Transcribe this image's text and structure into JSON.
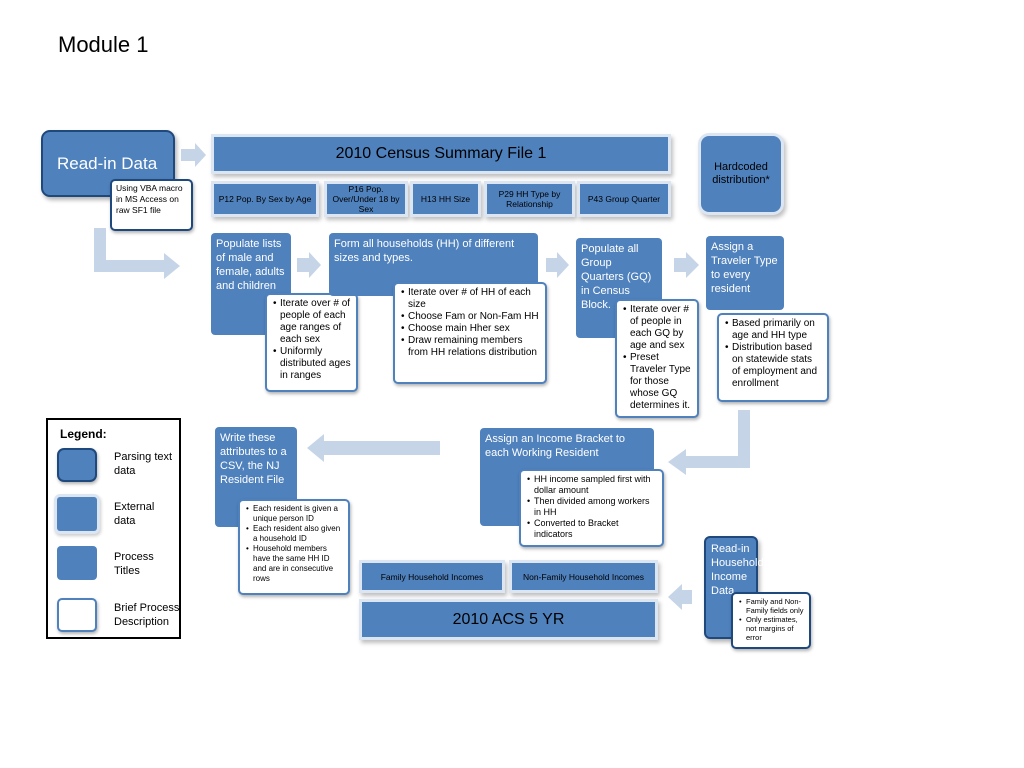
{
  "page": {
    "title": "Module 1"
  },
  "read_in": {
    "title": "Read-in Data",
    "note": "Using VBA macro in MS Access on raw SF1 file"
  },
  "census": {
    "title": "2010 Census Summary File 1",
    "tables": [
      "P12 Pop. By Sex by Age",
      "P16 Pop. Over/Under 18 by Sex",
      "H13 HH Size",
      "P29 HH Type by Relationship",
      "P43 Group Quarter"
    ],
    "hardcoded": "Hardcoded distribution*"
  },
  "process": {
    "populate_lists": {
      "title": "Populate lists of male and female, adults and children",
      "bullets": [
        "Iterate over  # of people of each age ranges of each sex",
        "Uniformly distributed ages in ranges"
      ]
    },
    "form_households": {
      "title": "Form all households (HH) of different sizes and types.",
      "bullets": [
        "Iterate over # of HH of each size",
        "Choose Fam or Non-Fam HH",
        "Choose main Hher sex",
        "Draw remaining members from HH relations distribution"
      ]
    },
    "group_quarters": {
      "title": "Populate all Group Quarters (GQ) in Census Block.",
      "bullets": [
        "Iterate over # of people in each GQ by age and sex",
        "Preset Traveler Type for those whose GQ determines it."
      ]
    },
    "traveler_type": {
      "title": "Assign a Traveler Type to every resident",
      "bullets": [
        "Based primarily on age and HH type",
        "Distribution based on statewide stats of employment and enrollment"
      ]
    },
    "income_bracket": {
      "title": "Assign an Income Bracket to each Working Resident",
      "bullets": [
        "HH income  sampled first with dollar amount",
        "Then divided among workers in HH",
        "Converted to Bracket indicators"
      ]
    },
    "write_csv": {
      "title": "Write these attributes to a CSV, the NJ Resident File",
      "bullets": [
        "Each resident is given a unique person ID",
        "Each resident also given a household ID",
        "Household members have the same HH ID and are in consecutive rows"
      ]
    }
  },
  "acs": {
    "title": "2010 ACS 5 YR",
    "tables": [
      "Family Household Incomes",
      "Non-Family Household Incomes"
    ]
  },
  "household_income": {
    "title": "Read-in Household Income Data",
    "bullets": [
      "Family and Non-Family fields only",
      "Only estimates, not margins of error"
    ]
  },
  "legend": {
    "title": "Legend:",
    "items": [
      {
        "label": "Parsing text data"
      },
      {
        "label": "External data"
      },
      {
        "label": "Process Titles"
      },
      {
        "label": "Brief Process Description"
      }
    ]
  },
  "colors": {
    "box_blue": "#4f81bd",
    "box_border_dark": "#1f497d",
    "arrow_light": "#c6d4e8",
    "outline_light": "#dce6f2"
  }
}
